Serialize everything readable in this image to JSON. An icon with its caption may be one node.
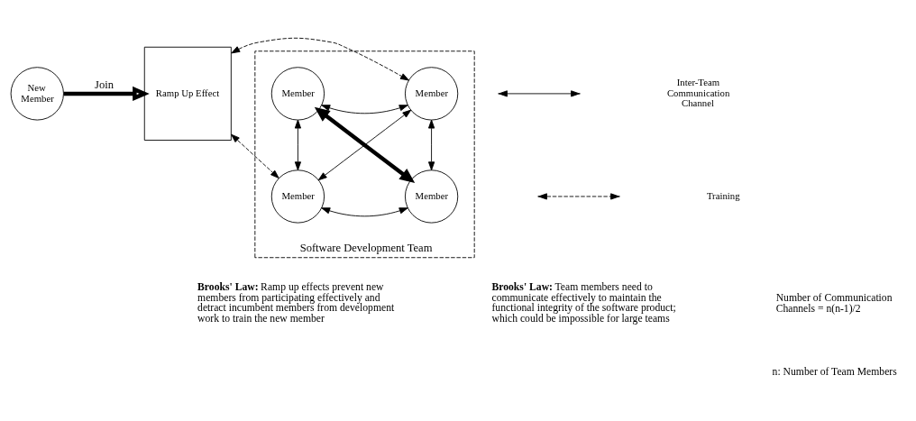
{
  "diagram": {
    "nodes": [
      {
        "text": [
          "New Member"
        ]
      },
      {
        "text": [
          "Ramp Up Effect"
        ]
      },
      {
        "text": [
          "Software Development Team"
        ]
      },
      {
        "text": [
          "Member"
        ],
        "in": 2
      },
      {
        "text": [
          "Member"
        ],
        "in": 2
      },
      {
        "text": [
          "Member"
        ],
        "in": 2
      },
      {
        "text": [
          "Member"
        ],
        "in": 2
      }
    ],
    "edges": [
      {
        "from": 0,
        "to": 1,
        "arrow": "to",
        "label": "Join",
        "style": "thick"
      },
      {
        "from": 1,
        "to": 3,
        "arrow": "both",
        "style": "dashed"
      },
      {
        "from": 1,
        "to": 4,
        "arrow": "both",
        "style": "dashed"
      },
      {
        "from": 3,
        "to": 5,
        "arrow": "both"
      },
      {
        "from": 3,
        "to": 4,
        "arrow": "both"
      },
      {
        "from": 3,
        "to": 6,
        "arrow": "both"
      },
      {
        "from": 5,
        "to": 4,
        "arrow": "both"
      },
      {
        "from": 5,
        "to": 6,
        "arrow": "both",
        "style": "thick"
      },
      {
        "from": 4,
        "to": 6,
        "arrow": "both"
      }
    ],
    "labels": [
      "Number of Communication Channels = n(n-1)/2",
      "n: Number of Team Members",
      "**Brooks' Law:** Ramp up effects prevent new members from participating effectively and detract incumbent members from development work to train the new member",
      "**Brooks' Law:** Team members need to communicate effectively to maintain the functional integrity of the software product; which could be impossible for large teams"
    ],
    "legend": [
      {
        "text": "Inter-Team Communication Channel"
      },
      {
        "text": "Training"
      }
    ]
  }
}
